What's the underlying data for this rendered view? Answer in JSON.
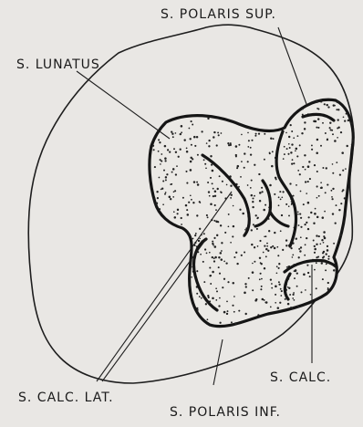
{
  "labels": {
    "polaris_sup": "S. POLARIS SUP.",
    "lunatus": "S. LUNATUS",
    "calc_lat": "S. CALC. LAT.",
    "polaris_inf": "S. POLARIS INF.",
    "calc": "S. CALC."
  },
  "colors": {
    "background": "#e9e7e4",
    "ink": "#151515"
  }
}
